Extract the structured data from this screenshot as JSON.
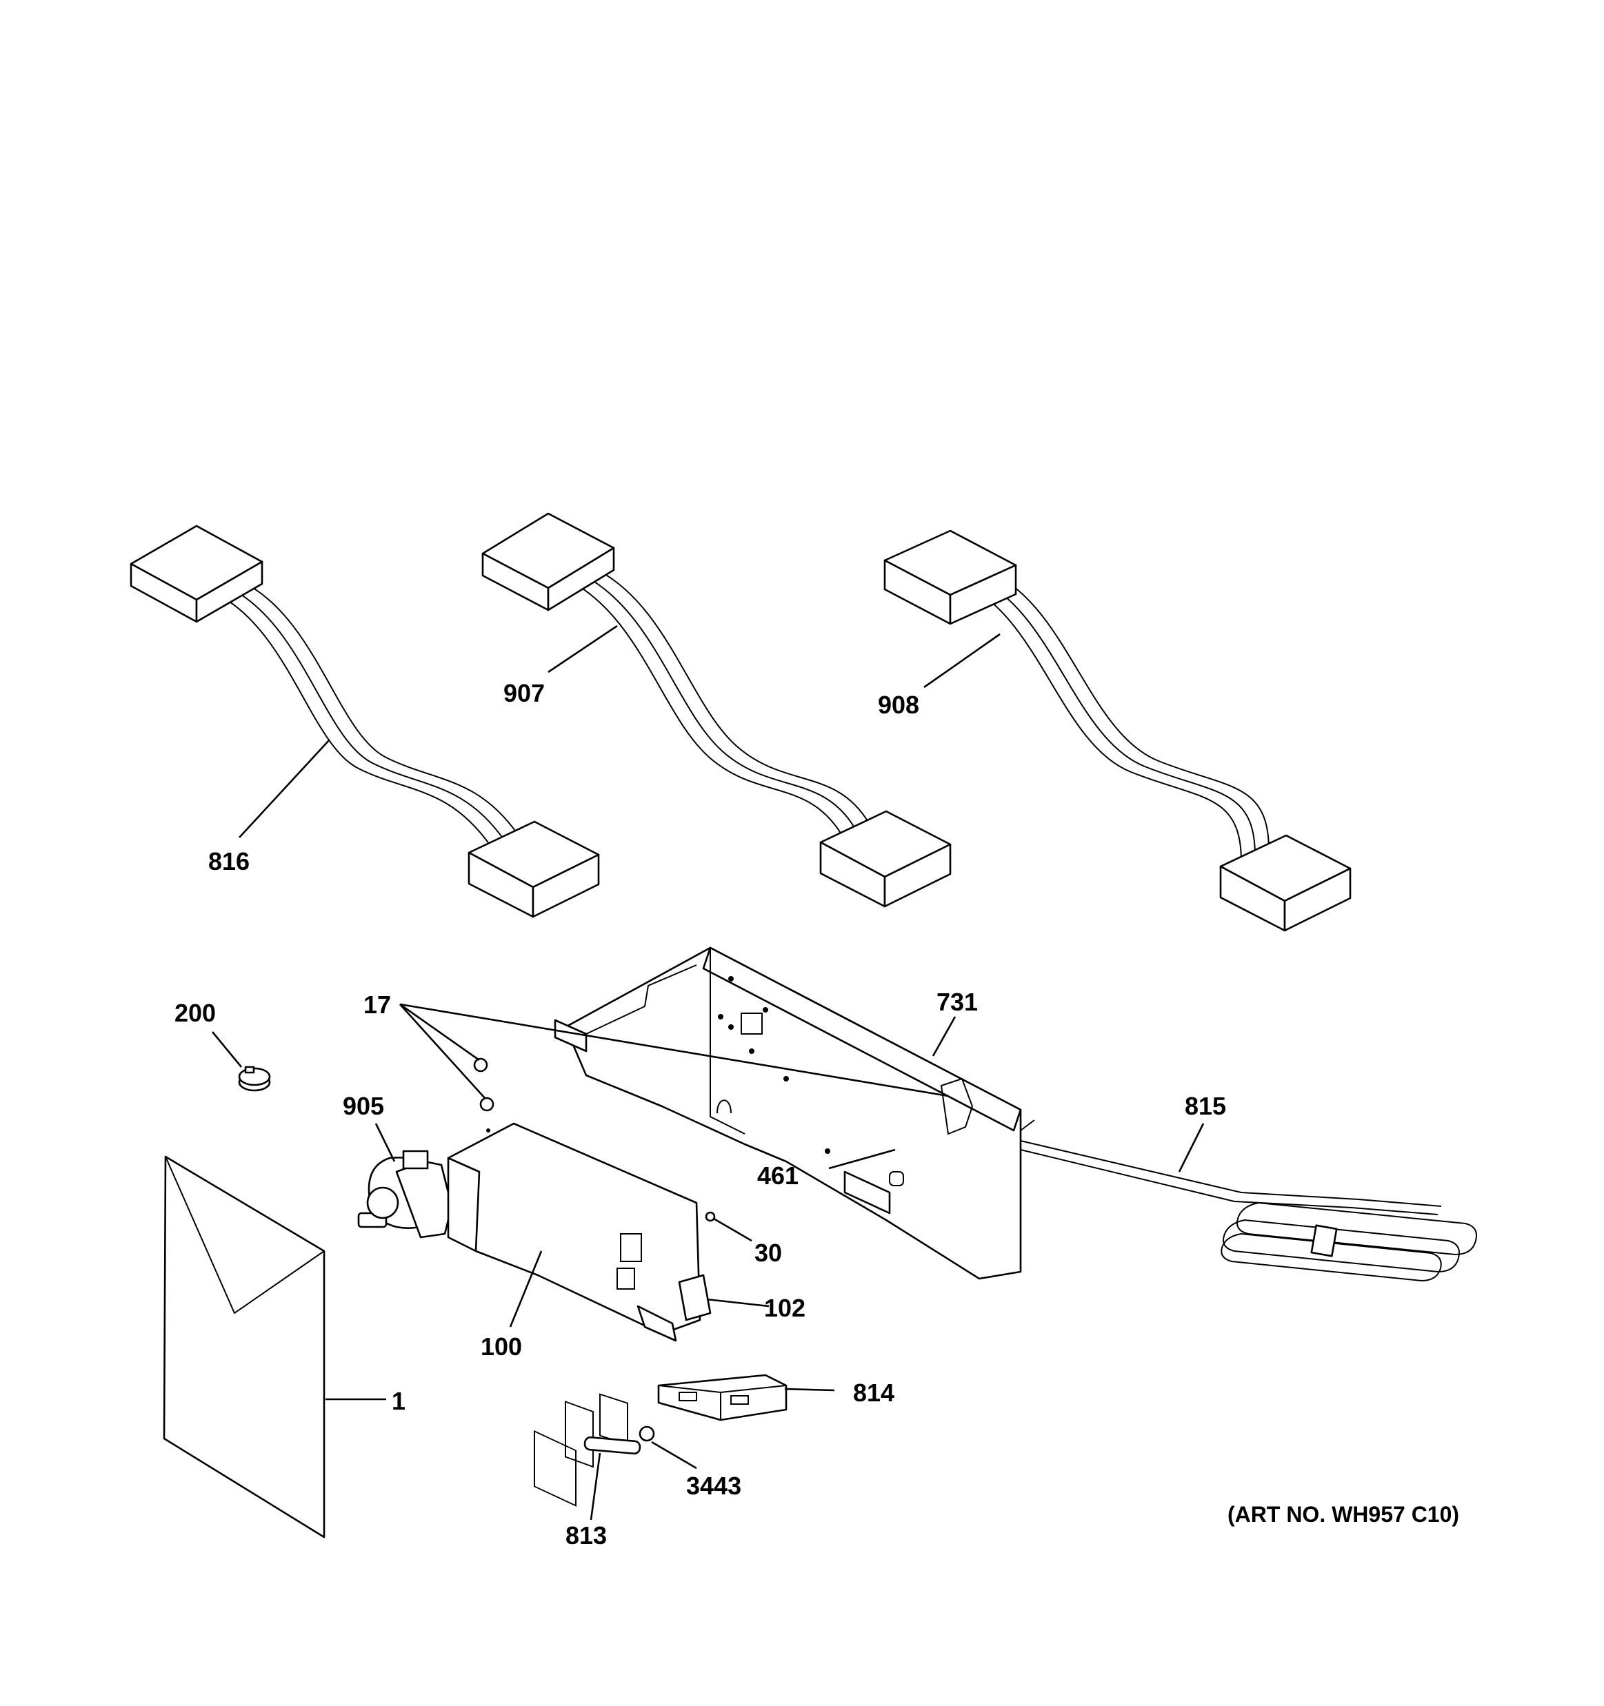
{
  "callouts": [
    {
      "id": "816",
      "label": "816"
    },
    {
      "id": "907",
      "label": "907"
    },
    {
      "id": "908",
      "label": "908"
    },
    {
      "id": "200",
      "label": "200"
    },
    {
      "id": "17",
      "label": "17"
    },
    {
      "id": "731",
      "label": "731"
    },
    {
      "id": "905",
      "label": "905"
    },
    {
      "id": "815",
      "label": "815"
    },
    {
      "id": "461",
      "label": "461"
    },
    {
      "id": "30",
      "label": "30"
    },
    {
      "id": "102",
      "label": "102"
    },
    {
      "id": "100",
      "label": "100"
    },
    {
      "id": "1",
      "label": "1"
    },
    {
      "id": "814",
      "label": "814"
    },
    {
      "id": "3443",
      "label": "3443"
    },
    {
      "id": "813",
      "label": "813"
    }
  ],
  "art_number": "(ART NO. WH957 C10)",
  "colors": {
    "line": "#000000",
    "background": "#ffffff"
  }
}
